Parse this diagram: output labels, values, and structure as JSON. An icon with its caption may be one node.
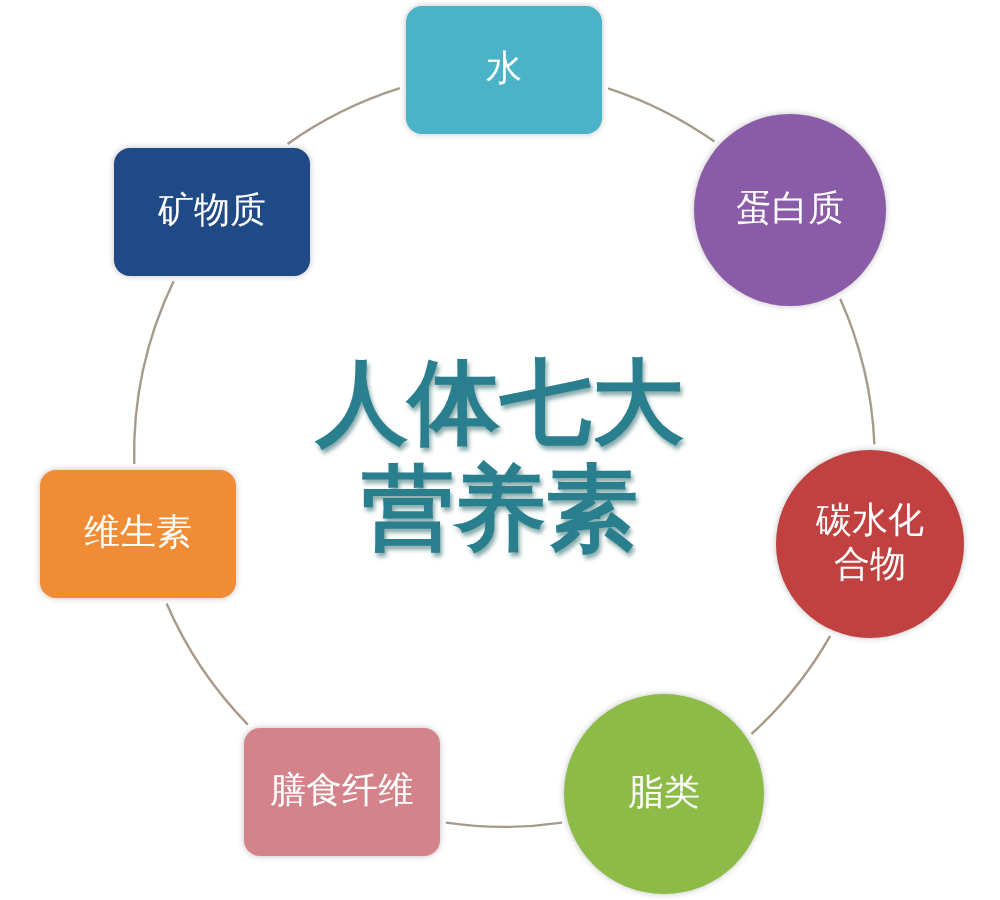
{
  "diagram": {
    "title": "人体七大营养素",
    "nodes": [
      {
        "text": [
          "水"
        ]
      },
      {
        "text": [
          "蛋白质"
        ]
      },
      {
        "text": [
          "碳水化合物"
        ]
      },
      {
        "text": [
          "脂类"
        ]
      },
      {
        "text": [
          "膳食纤维"
        ]
      },
      {
        "text": [
          "维生素"
        ]
      },
      {
        "text": [
          "矿物质"
        ]
      }
    ],
    "edges": [
      {
        "from": 0,
        "to": 1,
        "arrow": "none"
      },
      {
        "from": 1,
        "to": 2,
        "arrow": "none"
      },
      {
        "from": 2,
        "to": 3,
        "arrow": "none"
      },
      {
        "from": 3,
        "to": 4,
        "arrow": "none"
      },
      {
        "from": 4,
        "to": 5,
        "arrow": "none"
      },
      {
        "from": 5,
        "to": 6,
        "arrow": "none"
      },
      {
        "from": 6,
        "to": 0,
        "arrow": "none"
      }
    ]
  }
}
